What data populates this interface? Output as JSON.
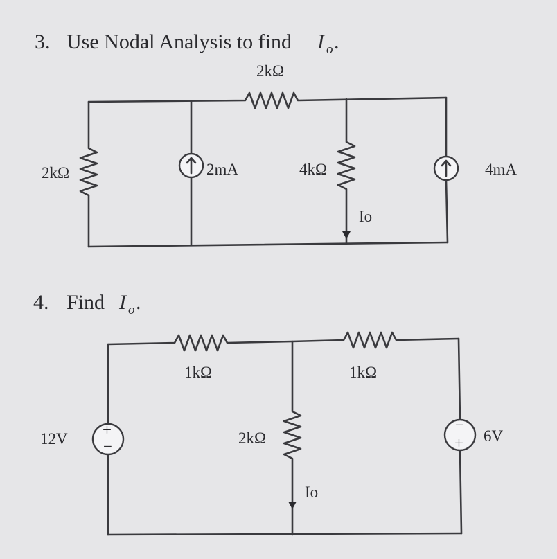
{
  "problem3": {
    "number": "3.",
    "text": "Use Nodal Analysis to find",
    "var": "I",
    "sub": "o",
    "end": ".",
    "top_resistor": "2kΩ",
    "left_resistor": "2kΩ",
    "source1": "2mA",
    "mid_resistor": "4kΩ",
    "source2": "4mA",
    "current_label": "Io"
  },
  "problem4": {
    "number": "4.",
    "text": "Find",
    "var": "I",
    "sub": "o",
    "end": ".",
    "left_resistor": "1kΩ",
    "right_resistor": "1kΩ",
    "mid_resistor": "2kΩ",
    "left_source": "12V",
    "right_source": "6V",
    "current_label": "Io",
    "plus": "+",
    "minus": "−"
  }
}
